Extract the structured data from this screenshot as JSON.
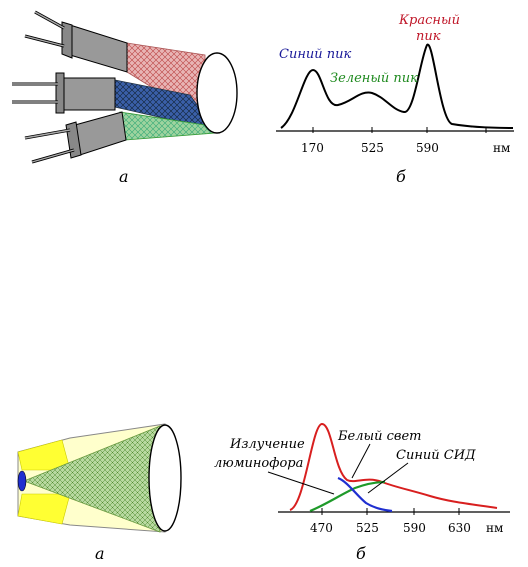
{
  "top": {
    "diagram_caption": "а",
    "spectrum_caption": "б",
    "peaks": {
      "blue": "Синий пик",
      "green": "Зеленый пик",
      "red_line1": "Красный",
      "red_line2": "пик"
    },
    "ticks": [
      "170",
      "525",
      "590"
    ],
    "unit": "нм",
    "colors": {
      "blue": "#1a1a99",
      "green": "#1f8a1f",
      "red": "#c0182a"
    }
  },
  "bottom": {
    "diagram_caption": "а",
    "spectrum_caption": "б",
    "labels": {
      "phosphor_line1": "Излучение",
      "phosphor_line2": "люминофора",
      "white": "Белый свет",
      "blue_led": "Синий СИД"
    },
    "ticks": [
      "470",
      "525",
      "590",
      "630"
    ],
    "unit": "нм",
    "colors": {
      "red": "#d81f1f",
      "green": "#1f9a2a",
      "blue": "#1f2fd0",
      "yellow": "#ffff33"
    }
  }
}
